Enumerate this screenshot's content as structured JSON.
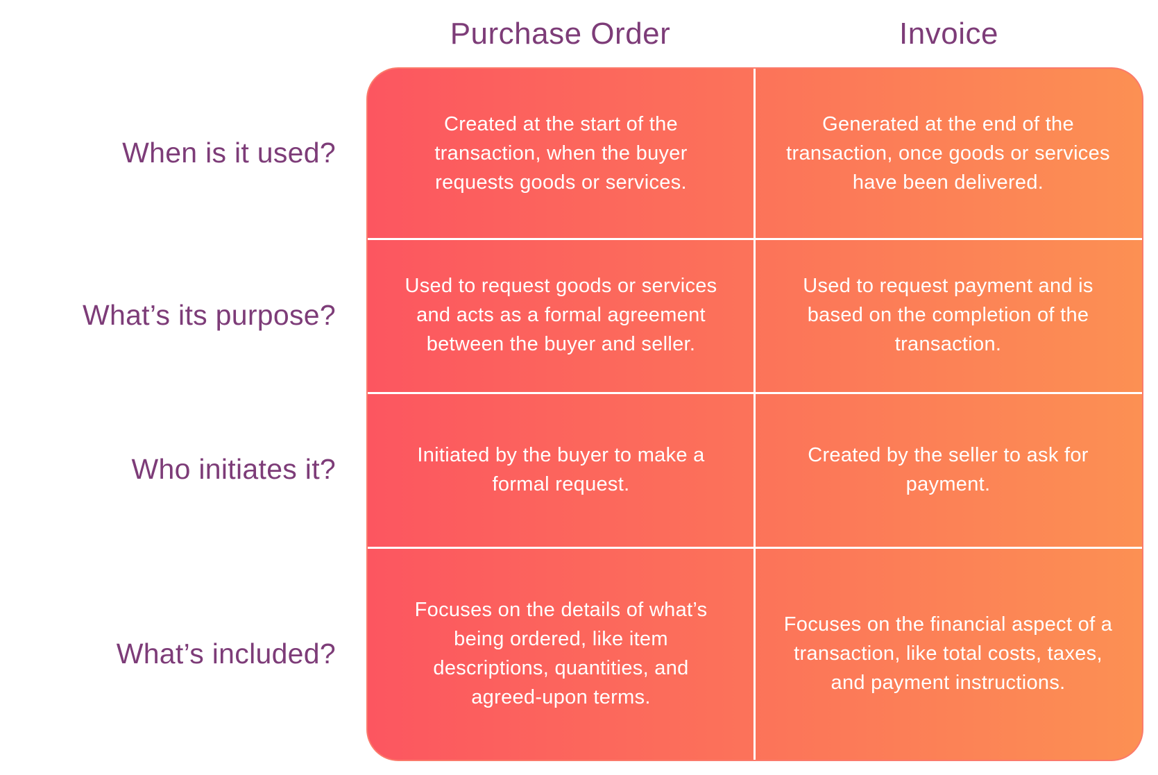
{
  "title": "Purchase Order vs Invoice comparison table",
  "colors": {
    "heading_purple": "#7d3c78",
    "gradient_left": "#fc5660",
    "gradient_right": "#fc9053",
    "cell_text": "#ffffff",
    "divider": "#ffffff",
    "background": "#ffffff"
  },
  "table": {
    "columns": [
      {
        "label": "Purchase Order"
      },
      {
        "label": "Invoice"
      }
    ],
    "rows": [
      {
        "label": "When is it used?",
        "purchase_order": "Created at the start of the transaction, when the buyer requests goods or services.",
        "invoice": "Generated at the end of the transaction, once goods or services have been delivered."
      },
      {
        "label": "What’s its purpose?",
        "purchase_order": "Used to request goods or services and acts as a formal agreement between the buyer and seller.",
        "invoice": "Used to request payment and is based on the completion of the transaction."
      },
      {
        "label": "Who initiates it?",
        "purchase_order": "Initiated by the buyer to make a formal request.",
        "invoice": "Created by the seller to ask for payment."
      },
      {
        "label": "What’s included?",
        "purchase_order": "Focuses on the details of what’s being ordered, like item descriptions, quantities, and agreed-upon terms.",
        "invoice": "Focuses on the financial aspect of a transaction, like total costs, taxes, and payment instructions."
      }
    ]
  }
}
